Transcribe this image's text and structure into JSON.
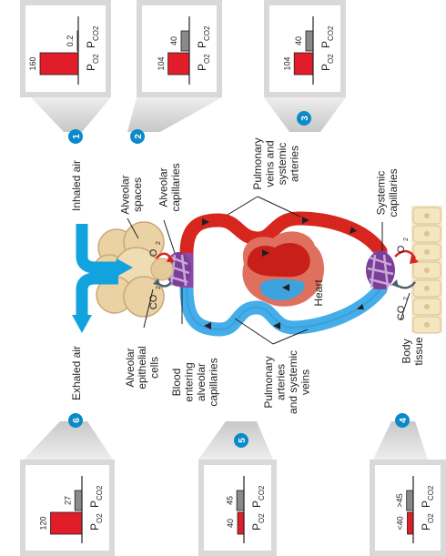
{
  "panels": [
    {
      "step": "1",
      "po2": "160",
      "pco2": "0.2"
    },
    {
      "step": "2",
      "po2": "104",
      "pco2": "40"
    },
    {
      "step": "3",
      "po2": "104",
      "pco2": "40"
    },
    {
      "step": "4",
      "po2": "<40",
      "pco2": ">45"
    },
    {
      "step": "5",
      "po2": "40",
      "pco2": "45"
    },
    {
      "step": "6",
      "po2": "120",
      "pco2": "27"
    }
  ],
  "axis_labels": {
    "po2": "P",
    "po2_sub": "O2",
    "pco2": "P",
    "pco2_sub": "CO2"
  },
  "labels": {
    "inhaled_air": "Inhaled air",
    "exhaled_air": "Exhaled air",
    "alveolar_spaces": [
      "Alveolar",
      "spaces"
    ],
    "alveolar_capillaries": [
      "Alveolar",
      "capillaries"
    ],
    "alveolar_epithelial": [
      "Alveolar",
      "epithelial",
      "cells"
    ],
    "blood_entering": [
      "Blood",
      "entering",
      "alveolar",
      "capillaries"
    ],
    "pulmonary_veins": [
      "Pulmonary",
      "veins and",
      "systemic",
      "arteries"
    ],
    "pulmonary_arteries": [
      "Pulmonary",
      "arteries",
      "and systemic",
      "veins"
    ],
    "heart": "Heart",
    "systemic_capillaries": [
      "Systemic",
      "capillaries"
    ],
    "body_tissue": [
      "Body",
      "tissue"
    ],
    "o2": "O",
    "o2_sub": "2",
    "co2": "CO",
    "co2_sub": "2"
  },
  "colors": {
    "po2_bar": "#e11d2a",
    "pco2_bar": "#8a8a8a",
    "step_circle": "#0b8ac9",
    "air_arrow": "#12a3df",
    "oxygenated": "#d7261e",
    "deoxygenated": "#45aee8",
    "capillary": "#7b3e99",
    "alveoli": "#ead2a4",
    "panel_bg": "#d9d9d9"
  }
}
